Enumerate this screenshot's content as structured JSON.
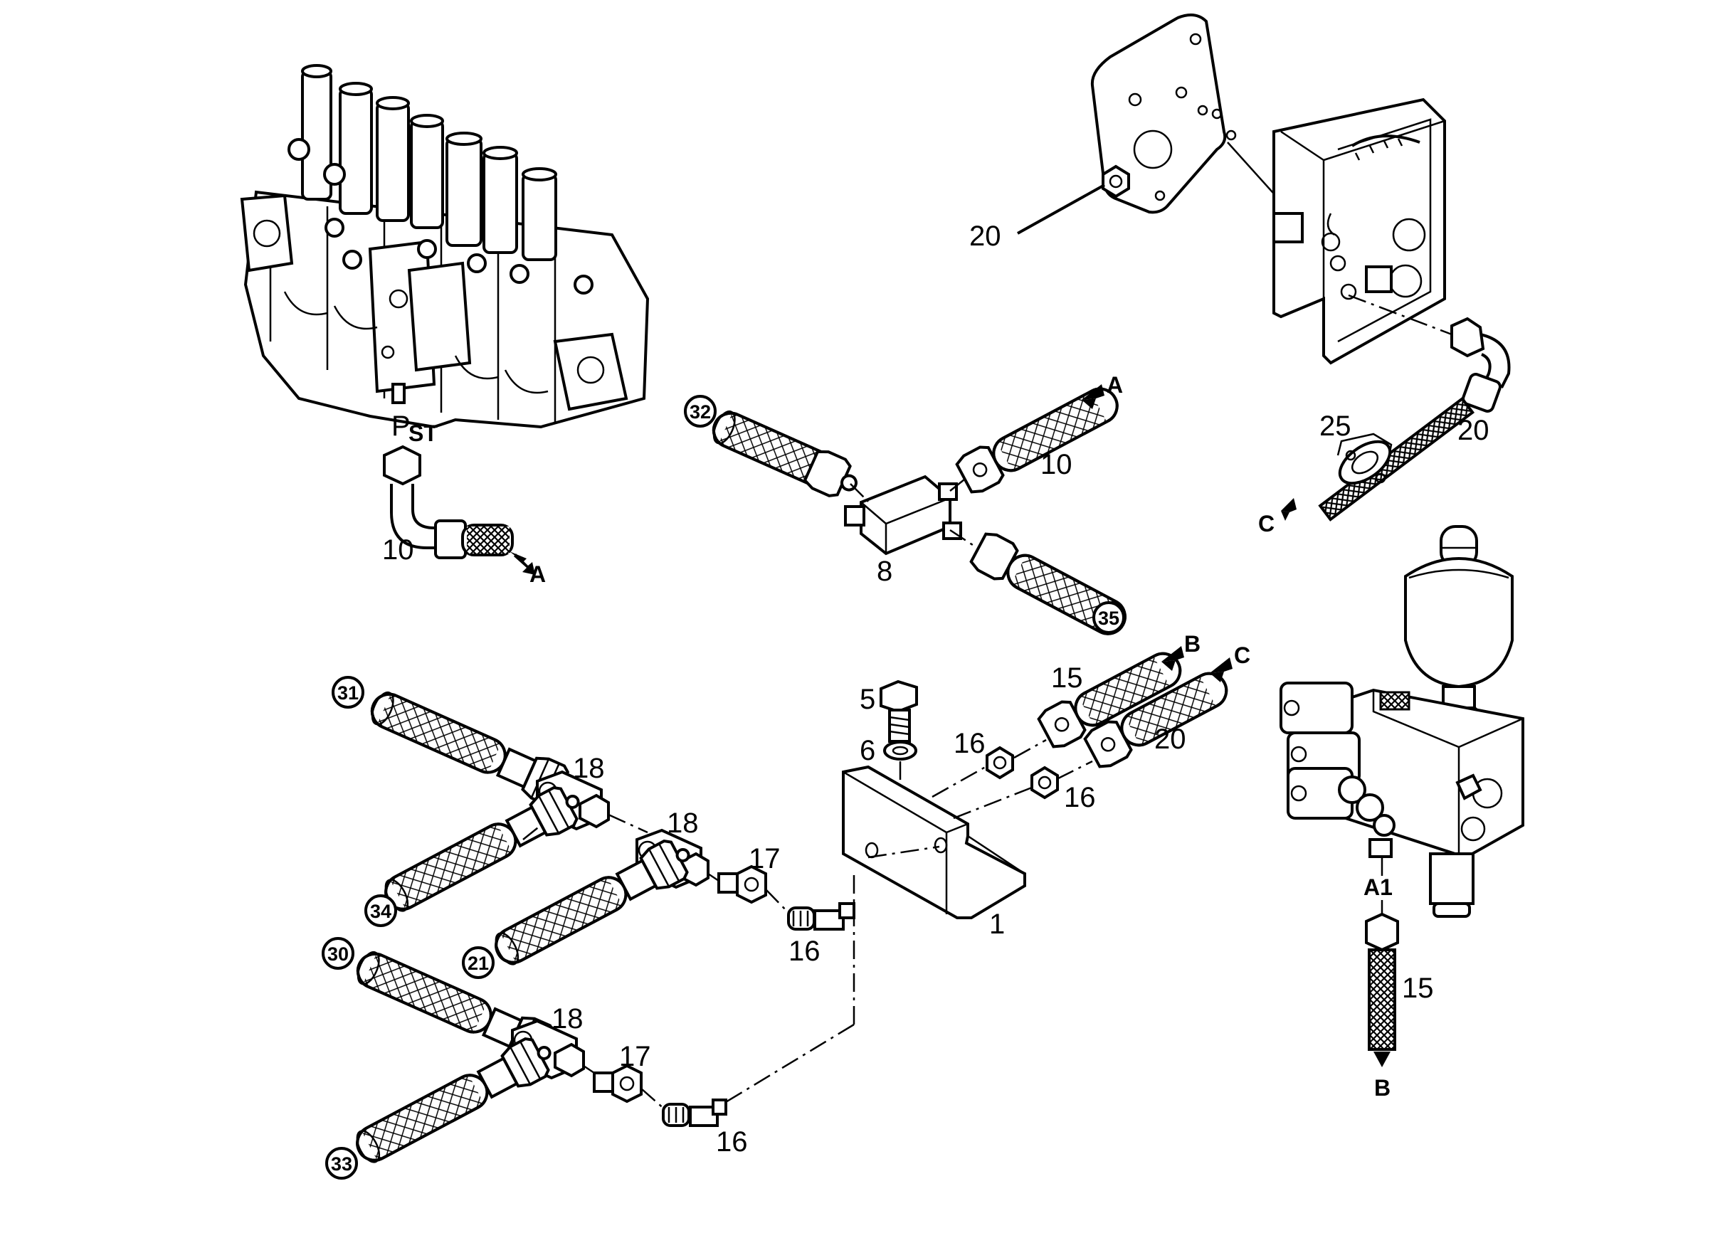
{
  "diagram": {
    "part_labels": {
      "p10_valve": "10",
      "p10_tee": "10",
      "p8": "8",
      "p20_plate": "20",
      "p25": "25",
      "p20_right": "20",
      "p5": "5",
      "p6": "6",
      "p16_a": "16",
      "p15_bracket": "15",
      "p20_bracket": "20",
      "p16_b": "16",
      "p1": "1",
      "p18_a": "18",
      "p18_b": "18",
      "p17_a": "17",
      "p16_c": "16",
      "p18_c": "18",
      "p17_b": "17",
      "p16_d": "16",
      "p15_acc": "15"
    },
    "port_labels": {
      "pst_p": "P",
      "pst_st": "ST",
      "a1": "A1"
    },
    "arrow_labels": {
      "a_valve": "A",
      "a_tee": "A",
      "c_right": "C",
      "b_bracket": "B",
      "c_bracket": "C",
      "b_acc": "B"
    },
    "circled_refs": {
      "r32": "32",
      "r35": "35",
      "r31": "31",
      "r34": "34",
      "r21": "21",
      "r30": "30",
      "r33": "33"
    }
  }
}
